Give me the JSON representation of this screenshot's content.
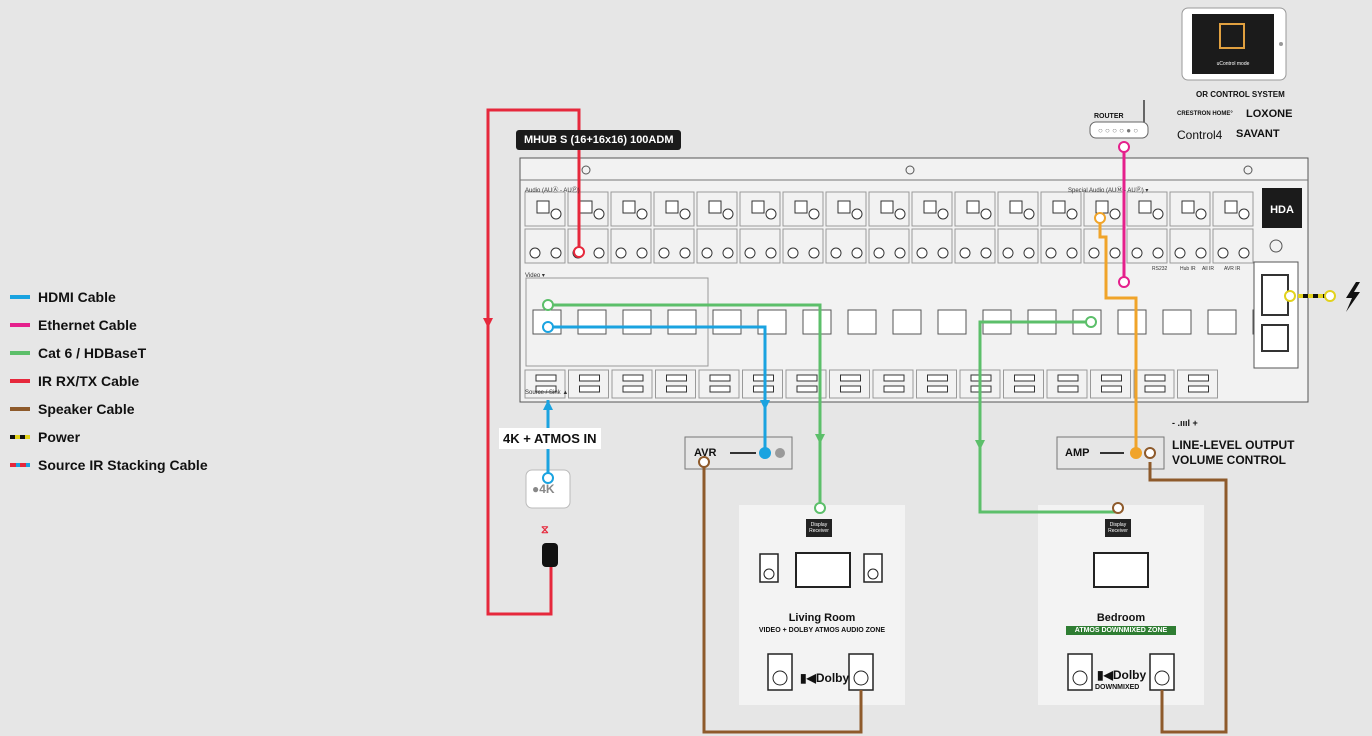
{
  "legend": {
    "items": [
      {
        "label": "HDMI Cable",
        "color": "#1aa3e0"
      },
      {
        "label": "Ethernet Cable",
        "color": "#e5208c"
      },
      {
        "label": "Cat 6 / HDBaseT",
        "color": "#5cbf6a"
      },
      {
        "label": "IR RX/TX Cable",
        "color": "#e6283c"
      },
      {
        "label": "Speaker Cable",
        "color": "#8e5a2b"
      },
      {
        "label": "Power",
        "color": "#e2d21c"
      },
      {
        "label": "Source IR Stacking Cable",
        "color": "#e6283c"
      }
    ]
  },
  "device": {
    "model": "MHUB S (16+16x16) 100ADM",
    "brand": "HDA",
    "audio_label": "Audio (AUⒶ - AUⓅ)",
    "special_audio_label": "Special Audio (AUⓂ - AUⓅ) ▾",
    "video_label": "Video ▾",
    "source_label": "Source / Sink ▲",
    "rs232_label": "RS232",
    "hub_ir_label": "Hub IR",
    "all_ir_label": "All IR",
    "avr_ir_label": "AVR IR"
  },
  "control": {
    "header": "OR CONTROL SYSTEM",
    "brands": [
      "CRESTRON HOME°",
      "LOXONE",
      "Control4",
      "SAVANT"
    ],
    "app_caption": "uControl mode",
    "router_label": "ROUTER"
  },
  "labels": {
    "atmos_in": "4K + ATMOS IN",
    "apple_tv": "4K",
    "avr": "AVR",
    "amp": "AMP",
    "volume_symbol": "- .ıııl +",
    "line_level": "LINE-LEVEL OUTPUT",
    "volume_control": "VOLUME CONTROL",
    "display_receiver": "Display Receiver"
  },
  "zones": [
    {
      "name": "Living Room",
      "subtitle": "VIDEO + DOLBY ATMOS AUDIO ZONE",
      "dolby": "Dolby",
      "note": ""
    },
    {
      "name": "Bedroom",
      "subtitle": "ATMOS DOWNMIXED ZONE",
      "dolby": "Dolby",
      "note": "DOWNMIXED"
    }
  ],
  "colors": {
    "hdmi": "#1aa3e0",
    "ethernet": "#e5208c",
    "cat6": "#5cbf6a",
    "ir": "#e6283c",
    "speaker": "#8e5a2b",
    "power": "#e2d21c",
    "amber": "#f0a42a"
  }
}
